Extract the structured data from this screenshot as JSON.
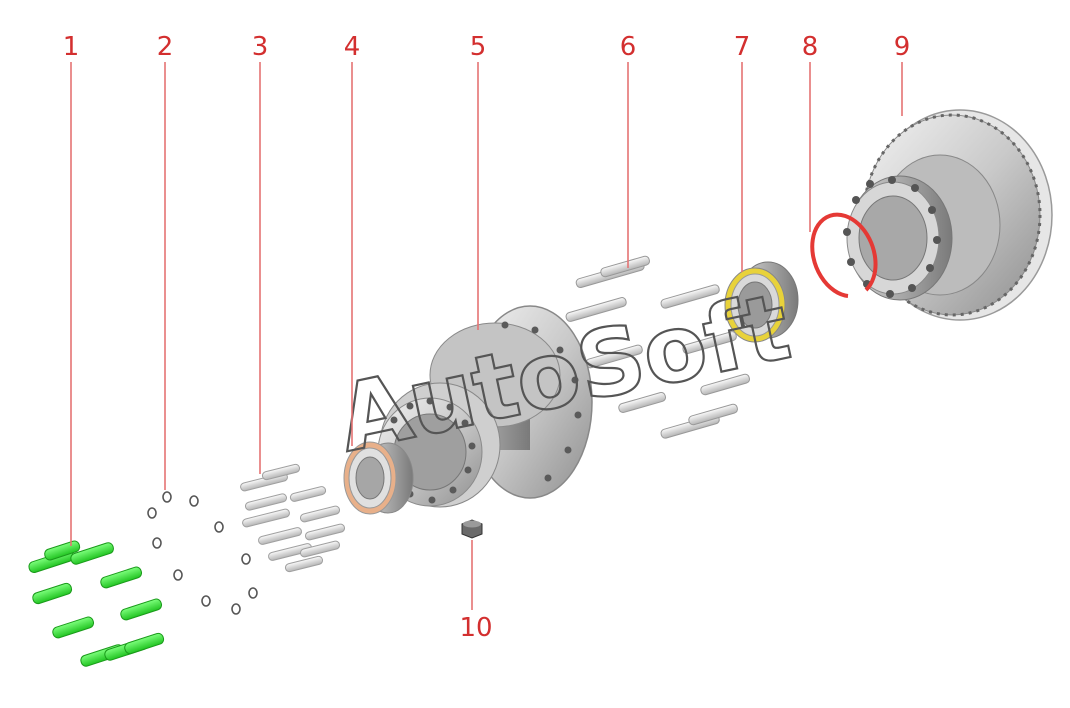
{
  "watermark": "AutoSoft",
  "colors": {
    "callout": "#d32f2f",
    "leader": "#e57373",
    "highlight_bolts": "#39e639",
    "bearing_ring": "#e8d23a",
    "snap_ring": "#e53935"
  },
  "callouts": [
    {
      "number": "1",
      "part": "wheel-bolt"
    },
    {
      "number": "2",
      "part": "washer"
    },
    {
      "number": "3",
      "part": "stud"
    },
    {
      "number": "4",
      "part": "outer-bearing"
    },
    {
      "number": "5",
      "part": "wheel-hub"
    },
    {
      "number": "6",
      "part": "hub-bolt"
    },
    {
      "number": "7",
      "part": "inner-bearing"
    },
    {
      "number": "8",
      "part": "snap-ring"
    },
    {
      "number": "9",
      "part": "brake-disc"
    },
    {
      "number": "10",
      "part": "nut"
    }
  ]
}
